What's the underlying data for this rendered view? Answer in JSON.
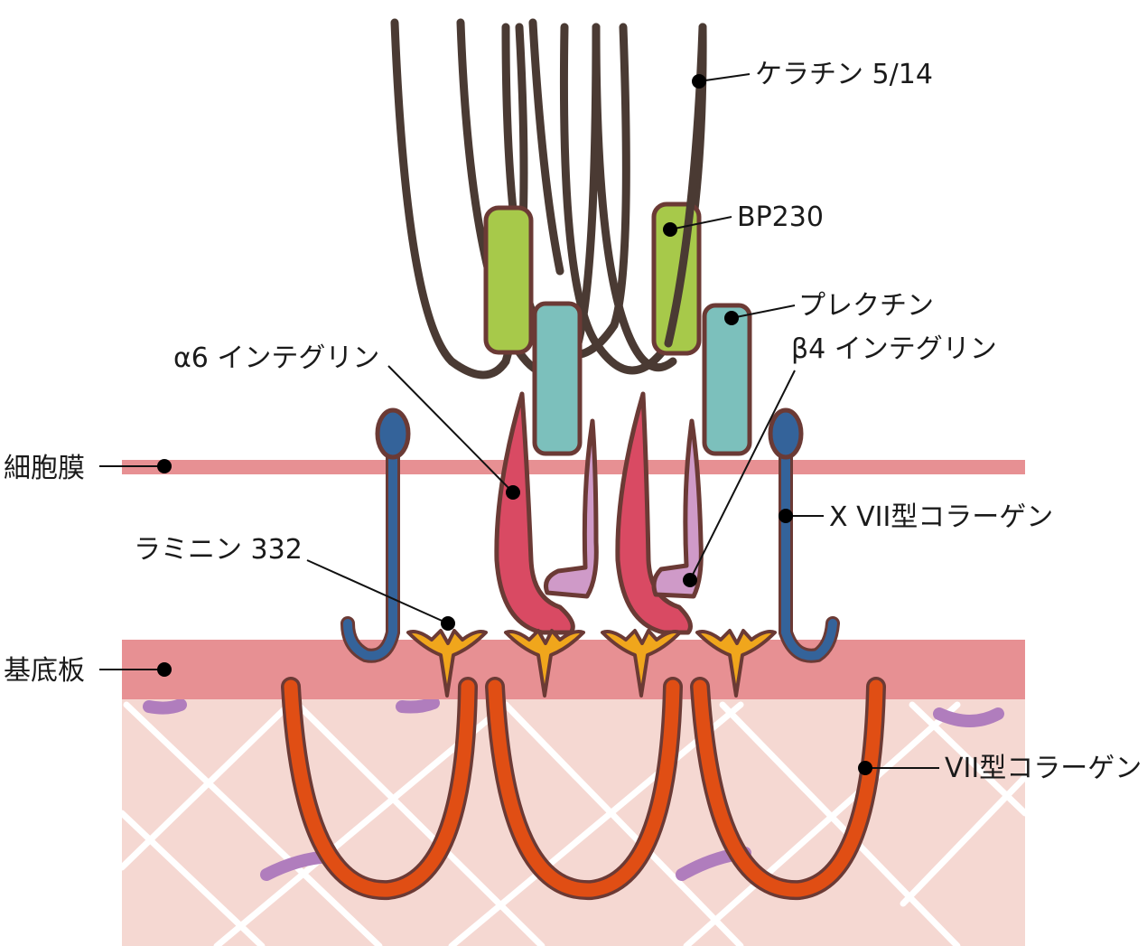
{
  "labels": {
    "keratin": "ケラチン 5/14",
    "bp230": "BP230",
    "plectin": "プレクチン",
    "alpha6": "α6 インテグリン",
    "beta4": "β4 インテグリン",
    "cell_membrane": "細胞膜",
    "col17": "X VII型コラーゲン",
    "laminin": "ラミニン 332",
    "basal_lamina": "基底板",
    "col7": "VII型コラーゲン"
  },
  "colors": {
    "keratin": "#4a3a33",
    "bp230": "#a7c94a",
    "plectin": "#7cc0bc",
    "alpha6": "#d94a63",
    "beta4": "#cf9ac8",
    "membrane": "#e79093",
    "col17": "#34639a",
    "laminin": "#f0a61c",
    "basal_lamina": "#e79093",
    "dermis": "#f5d8d2",
    "col7": "#e04e14",
    "fiber": "#b07dbd",
    "outline": "#6b3a35"
  }
}
